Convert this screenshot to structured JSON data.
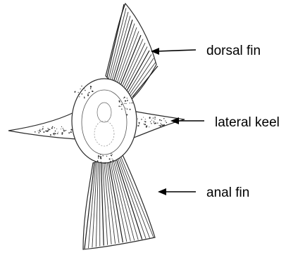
{
  "labels": {
    "dorsal_fin": "dorsal fin",
    "lateral_keel": "lateral keel",
    "anal_fin": "anal fin"
  },
  "colors": {
    "ink": "#000000",
    "background": "#ffffff"
  }
}
